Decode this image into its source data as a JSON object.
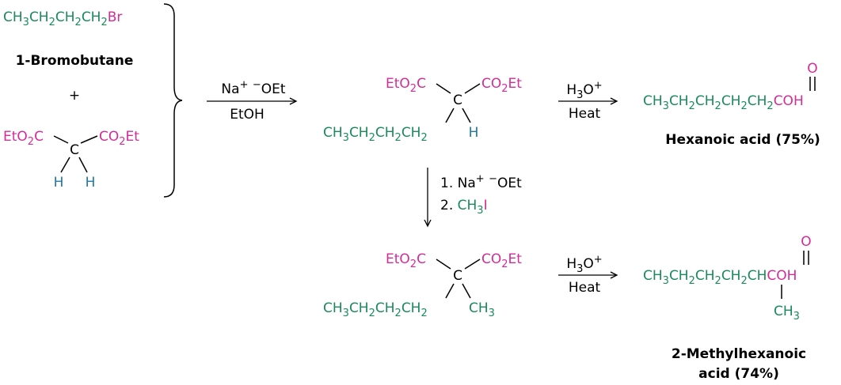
{
  "colors": {
    "green": "#1a8a5c",
    "magenta": "#d42c96",
    "blue": "#1f78a8",
    "black": "#000000"
  },
  "reactants": {
    "bromobutane": {
      "formula_parts": [
        {
          "t": "CH",
          "c": "green"
        },
        {
          "t": "3",
          "c": "green",
          "sub": true
        },
        {
          "t": "CH",
          "c": "green"
        },
        {
          "t": "2",
          "c": "green",
          "sub": true
        },
        {
          "t": "CH",
          "c": "green"
        },
        {
          "t": "2",
          "c": "green",
          "sub": true
        },
        {
          "t": "CH",
          "c": "green"
        },
        {
          "t": "2",
          "c": "green",
          "sub": true
        },
        {
          "t": "Br",
          "c": "magenta"
        }
      ],
      "name": "1-Bromobutane"
    },
    "plus": "+",
    "malonate": {
      "left_ester": [
        {
          "t": "EtO",
          "c": "magenta"
        },
        {
          "t": "2",
          "c": "magenta",
          "sub": true
        },
        {
          "t": "C",
          "c": "magenta"
        }
      ],
      "right_ester": [
        {
          "t": "CO",
          "c": "magenta"
        },
        {
          "t": "2",
          "c": "magenta",
          "sub": true
        },
        {
          "t": "Et",
          "c": "magenta"
        }
      ],
      "center": "C",
      "h_left": "H",
      "h_right": "H"
    }
  },
  "step1": {
    "reagent_top": [
      {
        "t": "Na",
        "c": "black"
      },
      {
        "t": "+",
        "c": "black",
        "sup": true
      },
      {
        "t": "  ",
        "c": "black"
      },
      {
        "t": "−",
        "c": "black",
        "sup": true
      },
      {
        "t": "OEt",
        "c": "black"
      }
    ],
    "reagent_bottom": "EtOH"
  },
  "intermediate1": {
    "left_ester": [
      {
        "t": "EtO",
        "c": "magenta"
      },
      {
        "t": "2",
        "c": "magenta",
        "sub": true
      },
      {
        "t": "C",
        "c": "magenta"
      }
    ],
    "right_ester": [
      {
        "t": "CO",
        "c": "magenta"
      },
      {
        "t": "2",
        "c": "magenta",
        "sub": true
      },
      {
        "t": "Et",
        "c": "magenta"
      }
    ],
    "center": "C",
    "chain": [
      {
        "t": "CH",
        "c": "green"
      },
      {
        "t": "3",
        "c": "green",
        "sub": true
      },
      {
        "t": "CH",
        "c": "green"
      },
      {
        "t": "2",
        "c": "green",
        "sub": true
      },
      {
        "t": "CH",
        "c": "green"
      },
      {
        "t": "2",
        "c": "green",
        "sub": true
      },
      {
        "t": "CH",
        "c": "green"
      },
      {
        "t": "2",
        "c": "green",
        "sub": true
      }
    ],
    "h": "H"
  },
  "hydrolysis_top": {
    "reagent_top": [
      {
        "t": "H",
        "c": "black"
      },
      {
        "t": "3",
        "c": "black",
        "sub": true
      },
      {
        "t": "O",
        "c": "black"
      },
      {
        "t": "+",
        "c": "black",
        "sup": true
      }
    ],
    "reagent_bottom": "Heat"
  },
  "product1": {
    "formula_parts": [
      {
        "t": "CH",
        "c": "green"
      },
      {
        "t": "3",
        "c": "green",
        "sub": true
      },
      {
        "t": "CH",
        "c": "green"
      },
      {
        "t": "2",
        "c": "green",
        "sub": true
      },
      {
        "t": "CH",
        "c": "green"
      },
      {
        "t": "2",
        "c": "green",
        "sub": true
      },
      {
        "t": "CH",
        "c": "green"
      },
      {
        "t": "2",
        "c": "green",
        "sub": true
      },
      {
        "t": "CH",
        "c": "green"
      },
      {
        "t": "2",
        "c": "green",
        "sub": true
      },
      {
        "t": "COH",
        "c": "magenta"
      }
    ],
    "carbonyl_o": "O",
    "name": "Hexanoic acid (75%)"
  },
  "step2": {
    "line1": [
      {
        "t": "1. Na",
        "c": "black"
      },
      {
        "t": "+",
        "c": "black",
        "sup": true
      },
      {
        "t": "  ",
        "c": "black"
      },
      {
        "t": "−",
        "c": "black",
        "sup": true
      },
      {
        "t": "OEt",
        "c": "black"
      }
    ],
    "line2": [
      {
        "t": "2. ",
        "c": "black"
      },
      {
        "t": "CH",
        "c": "green"
      },
      {
        "t": "3",
        "c": "green",
        "sub": true
      },
      {
        "t": "I",
        "c": "magenta"
      }
    ]
  },
  "intermediate2": {
    "left_ester": [
      {
        "t": "EtO",
        "c": "magenta"
      },
      {
        "t": "2",
        "c": "magenta",
        "sub": true
      },
      {
        "t": "C",
        "c": "magenta"
      }
    ],
    "right_ester": [
      {
        "t": "CO",
        "c": "magenta"
      },
      {
        "t": "2",
        "c": "magenta",
        "sub": true
      },
      {
        "t": "Et",
        "c": "magenta"
      }
    ],
    "center": "C",
    "chain": [
      {
        "t": "CH",
        "c": "green"
      },
      {
        "t": "3",
        "c": "green",
        "sub": true
      },
      {
        "t": "CH",
        "c": "green"
      },
      {
        "t": "2",
        "c": "green",
        "sub": true
      },
      {
        "t": "CH",
        "c": "green"
      },
      {
        "t": "2",
        "c": "green",
        "sub": true
      },
      {
        "t": "CH",
        "c": "green"
      },
      {
        "t": "2",
        "c": "green",
        "sub": true
      }
    ],
    "methyl": [
      {
        "t": "CH",
        "c": "green"
      },
      {
        "t": "3",
        "c": "green",
        "sub": true
      }
    ]
  },
  "hydrolysis_bottom": {
    "reagent_top": [
      {
        "t": "H",
        "c": "black"
      },
      {
        "t": "3",
        "c": "black",
        "sub": true
      },
      {
        "t": "O",
        "c": "black"
      },
      {
        "t": "+",
        "c": "black",
        "sup": true
      }
    ],
    "reagent_bottom": "Heat"
  },
  "product2": {
    "formula_parts": [
      {
        "t": "CH",
        "c": "green"
      },
      {
        "t": "3",
        "c": "green",
        "sub": true
      },
      {
        "t": "CH",
        "c": "green"
      },
      {
        "t": "2",
        "c": "green",
        "sub": true
      },
      {
        "t": "CH",
        "c": "green"
      },
      {
        "t": "2",
        "c": "green",
        "sub": true
      },
      {
        "t": "CH",
        "c": "green"
      },
      {
        "t": "2",
        "c": "green",
        "sub": true
      },
      {
        "t": "CH",
        "c": "green"
      },
      {
        "t": "COH",
        "c": "magenta"
      }
    ],
    "carbonyl_o": "O",
    "methyl": [
      {
        "t": "CH",
        "c": "green"
      },
      {
        "t": "3",
        "c": "green",
        "sub": true
      }
    ],
    "name_line1": "2-Methylhexanoic",
    "name_line2": "acid (74%)"
  }
}
